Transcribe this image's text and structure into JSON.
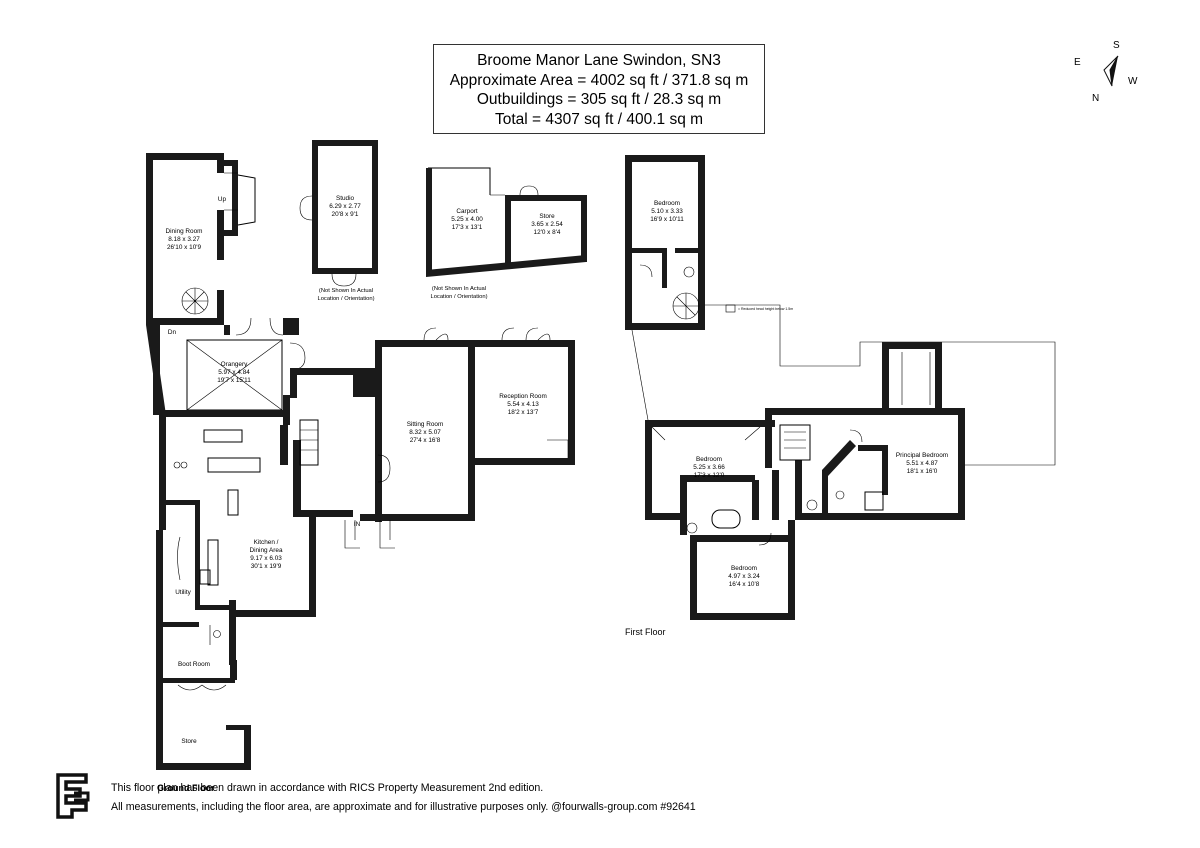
{
  "header": {
    "address": "Broome Manor Lane Swindon, SN3",
    "approx_area": "Approximate Area = 4002 sq ft / 371.8 sq m",
    "outbuildings": "Outbuildings = 305 sq ft / 28.3 sq m",
    "total": "Total = 4307 sq ft / 400.1 sq m"
  },
  "compass": {
    "n": "N",
    "s": "S",
    "e": "E",
    "w": "W"
  },
  "floors": {
    "ground": "Ground Floor",
    "first": "First Floor"
  },
  "rooms": {
    "dining": {
      "name": "Dining Room",
      "metric": "8.18 x 3.27",
      "imperial": "26'10 x 10'9"
    },
    "studio": {
      "name": "Studio",
      "metric": "6.29 x 2.77",
      "imperial": "20'8 x 9'1"
    },
    "carport": {
      "name": "Carport",
      "metric": "5.25 x 4.00",
      "imperial": "17'3 x 13'1"
    },
    "store_out": {
      "name": "Store",
      "metric": "3.65 x 2.54",
      "imperial": "12'0 x 8'4"
    },
    "orangery": {
      "name": "Orangery",
      "metric": "5.97 x 4.84",
      "imperial": "19'7 x 15'11"
    },
    "sitting": {
      "name": "Sitting Room",
      "metric": "8.32 x 5.07",
      "imperial": "27'4 x 16'8"
    },
    "reception": {
      "name": "Reception Room",
      "metric": "5.54 x 4.13",
      "imperial": "18'2 x 13'7"
    },
    "kitchen": {
      "name": "Kitchen /",
      "name2": "Dining Area",
      "metric": "9.17 x 6.03",
      "imperial": "30'1 x 19'9"
    },
    "utility": {
      "name": "Utility"
    },
    "boot": {
      "name": "Boot Room"
    },
    "store_g": {
      "name": "Store"
    },
    "bed_top": {
      "name": "Bedroom",
      "metric": "5.10 x 3.33",
      "imperial": "16'9 x 10'11"
    },
    "bed_left": {
      "name": "Bedroom",
      "metric": "5.25 x 3.66",
      "imperial": "17'3 x 12'0"
    },
    "bed_low": {
      "name": "Bedroom",
      "metric": "4.97 x 3.24",
      "imperial": "16'4 x 10'8"
    },
    "principal": {
      "name": "Principal Bedroom",
      "metric": "5.51 x 4.87",
      "imperial": "18'1 x 16'0"
    }
  },
  "labels": {
    "up": "Up",
    "dn": "Dn",
    "in": "IN",
    "not_shown_1a": "(Not Shown In Actual",
    "not_shown_1b": "Location / Orientation)",
    "not_shown_2a": "(Not Shown In Actual",
    "not_shown_2b": "Location / Orientation)",
    "headroom": "= Reduced head height below 1.5m"
  },
  "footer": {
    "line1": "This floor plan has been drawn in accordance with RICS Property Measurement 2nd edition.",
    "line2": "All measurements, including the floor area, are approximate and for illustrative purposes only. @fourwalls-group.com #92641"
  }
}
